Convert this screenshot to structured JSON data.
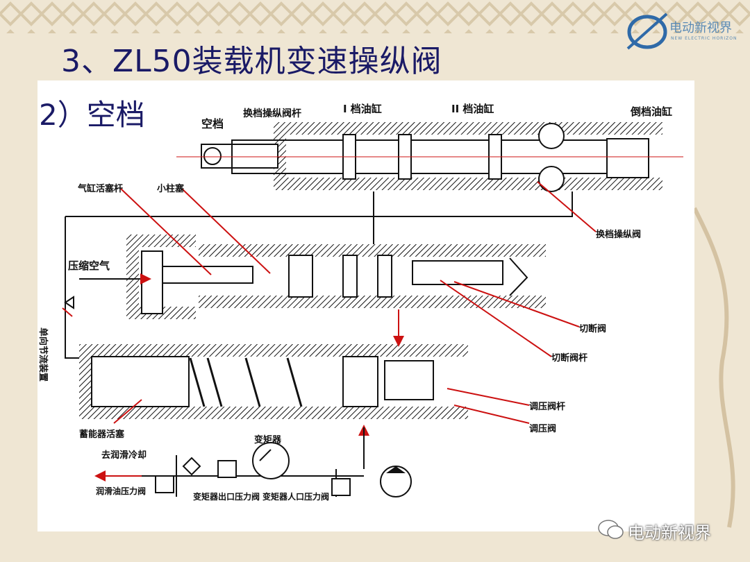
{
  "slide": {
    "title": "3、ZL50装载机变速操纵阀",
    "subtitle": "2）空档",
    "logo_name": "电动新视界",
    "logo_sub": "NEW ELECTRIC HORIZON",
    "watermark": "电动新视界"
  },
  "diagram": {
    "labels": {
      "neutral": "空档",
      "shift_valve_rod": "换档操纵阀杆",
      "gear1_cyl": "I 档油缸",
      "gear2_cyl": "II 档油缸",
      "reverse_cyl": "倒档油缸",
      "cyl_piston_rod": "气缸活塞杆",
      "small_plunger": "小柱塞",
      "compressed_air": "压缩空气",
      "shift_valve": "换档操纵阀",
      "one_way_throttle": "单向节流装置",
      "cutoff_valve": "切断阀",
      "cutoff_valve_rod": "切断阀杆",
      "pressure_reg_rod": "调压阀杆",
      "pressure_reg_valve": "调压阀",
      "accumulator_piston": "蓄能器活塞",
      "to_lube_cooling": "去润滑冷却",
      "torque_converter": "变矩器",
      "lube_pressure_valve": "润滑油压力阀",
      "tc_outlet_valve": "变矩器出口压力阀",
      "tc_inlet_valve": "变矩器人口压力阀"
    }
  },
  "colors": {
    "title": "#1a1a66",
    "line": "#111111",
    "accent": "#cc1111",
    "panel": "#ffffff"
  }
}
